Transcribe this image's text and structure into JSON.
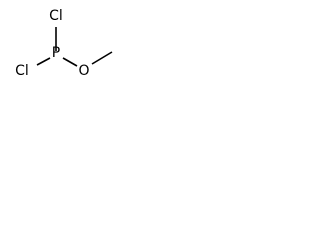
{
  "molecule": {
    "atoms": {
      "cl_top": "Cl",
      "p": "P",
      "cl_bottom": "Cl",
      "o": "O"
    },
    "colors": {
      "bond": "#000000",
      "label": "#000000",
      "background": "#ffffff"
    }
  }
}
